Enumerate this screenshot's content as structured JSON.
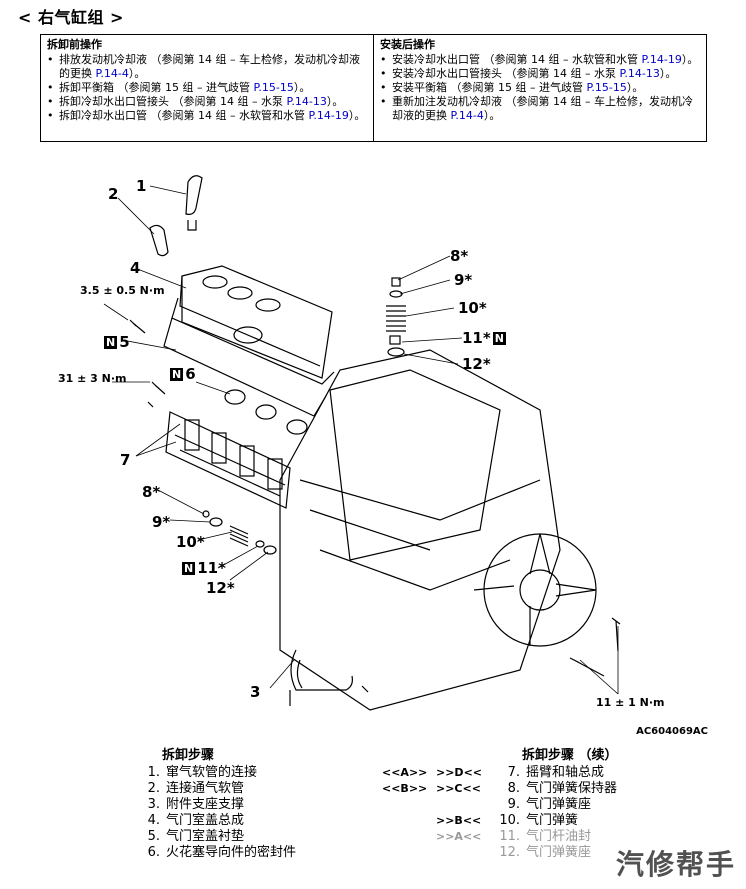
{
  "page": {
    "title": "< 右气缸组 >"
  },
  "pre_ops": {
    "heading": "拆卸前操作",
    "items": [
      {
        "text": "排放发动机冷却液 （参阅第 14 组 – 车上检修，发动机冷却液的更换 ",
        "link": "P.14-4",
        "tail": "）。"
      },
      {
        "text": "拆卸平衡箱 （参阅第 15 组 – 进气歧管 ",
        "link": "P.15-15",
        "tail": "）。"
      },
      {
        "text": "拆卸冷却水出口管接头 （参阅第 14 组 – 水泵 ",
        "link": "P.14-13",
        "tail": "）。"
      },
      {
        "text": "拆卸冷却水出口管 （参阅第 14 组 – 水软管和水管 ",
        "link": "P.14-19",
        "tail": "）。"
      }
    ]
  },
  "post_ops": {
    "heading": "安装后操作",
    "items": [
      {
        "text": "安装冷却水出口管 （参阅第 14 组 – 水软管和水管 ",
        "link": "P.14-19",
        "tail": "）。"
      },
      {
        "text": "安装冷却水出口管接头 （参阅第 14 组 – 水泵 ",
        "link": "P.14-13",
        "tail": "）。"
      },
      {
        "text": "安装平衡箱 （参阅第 15 组 – 进气歧管 ",
        "link": "P.15-15",
        "tail": "）。"
      },
      {
        "text": "重新加注发动机冷却液 （参阅第 14 组 – 车上检修，发动机冷却液的更换 ",
        "link": "P.14-4",
        "tail": "）。"
      }
    ]
  },
  "figure": {
    "callouts": {
      "c1": "1",
      "c2": "2",
      "c3": "3",
      "c4": "4",
      "c5": "5",
      "c6": "6",
      "c7": "7",
      "c8a": "8*",
      "c9a": "9*",
      "c10a": "10*",
      "c11a": "11*",
      "c12a": "12*",
      "c8b": "8*",
      "c9b": "9*",
      "c10b": "10*",
      "c11b": "11*",
      "c12b": "12*"
    },
    "n_badge": "N",
    "torques": {
      "t1": "3.5 ± 0.5 N·m",
      "t2": "31 ± 3 N·m",
      "t3": "11 ± 1 N·m"
    },
    "code": "AC604069AC"
  },
  "steps_left": {
    "heading": "拆卸步骤",
    "rows": [
      {
        "num": "1.",
        "label": "窜气软管的连接"
      },
      {
        "num": "2.",
        "label": "连接通气软管"
      },
      {
        "num": "3.",
        "label": "附件支座支撑"
      },
      {
        "num": "4.",
        "label": "气门室盖总成"
      },
      {
        "num": "5.",
        "label": "气门室盖衬垫"
      },
      {
        "num": "6.",
        "label": "火花塞导向件的密封件"
      }
    ]
  },
  "steps_right": {
    "heading": "拆卸步骤 （续）",
    "rows": [
      {
        "m1": "<<A>>",
        "m2": ">>D<<",
        "num": "7.",
        "label": "摇臂和轴总成"
      },
      {
        "m1": "<<B>>",
        "m2": ">>C<<",
        "num": "8.",
        "label": "气门弹簧保持器"
      },
      {
        "m1": "",
        "m2": "",
        "num": "9.",
        "label": "气门弹簧座"
      },
      {
        "m1": "",
        "m2": ">>B<<",
        "num": "10.",
        "label": "气门弹簧"
      },
      {
        "m1": "",
        "m2": ">>A<<",
        "num": "11.",
        "label": "气门杆油封"
      },
      {
        "m1": "",
        "m2": "",
        "num": "12.",
        "label": "气门弹簧座"
      }
    ]
  },
  "watermark": "汽修帮手"
}
